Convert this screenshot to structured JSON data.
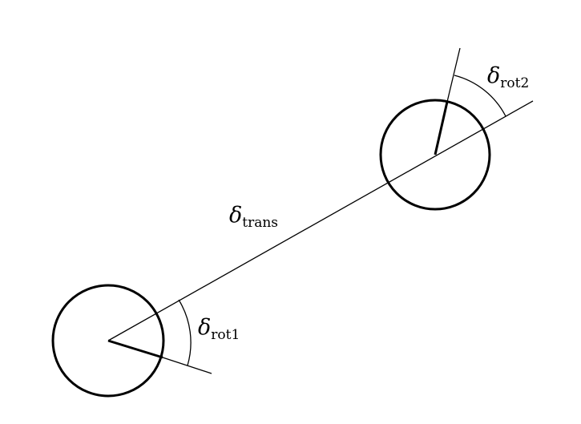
{
  "labels": {
    "trans": {
      "symbol": "δ",
      "subscript": "trans"
    },
    "rot1": {
      "symbol": "δ",
      "subscript": "rot1"
    },
    "rot2": {
      "symbol": "δ",
      "subscript": "rot2"
    }
  },
  "colors": {
    "stroke": "#000000",
    "background": "#ffffff"
  }
}
